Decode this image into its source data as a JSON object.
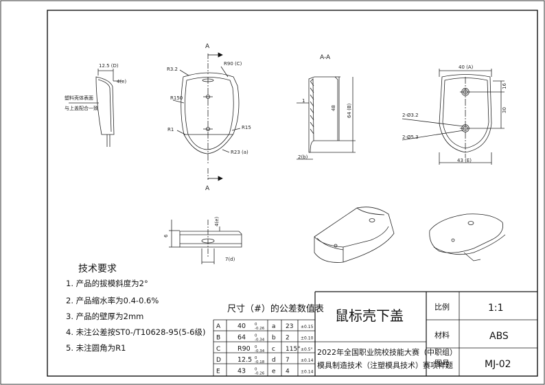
{
  "views": {
    "section_mark_top": "A",
    "section_mark_bottom": "A",
    "section_title": "A-A",
    "front_dims": [
      "R3.2",
      "R90 (C)",
      "R150",
      "R1",
      "R15",
      "R23 (a)"
    ],
    "side_dims": [
      "12.5 (D)",
      "4(e)"
    ],
    "side_note_line1": "塑料壳体表面",
    "side_note_line2": "与上盖配合一致",
    "section_dims": [
      "1",
      "48",
      "64 (B)",
      "2(b)"
    ],
    "right_dims": [
      "40 (A)",
      "16",
      "30",
      "43 (E)",
      "2-Ø3.2",
      "2-Ø5.3"
    ],
    "bottom_dims": [
      "4(e)",
      "6",
      "7(d)"
    ]
  },
  "requirements": {
    "title": "技术要求",
    "items": [
      "1. 产品的拔模斜度为2°",
      "2. 产品缩水率为0.4-0.6%",
      "3. 产品的壁厚为2mm",
      "4. 未注公差按ST0-/T10628-95(5-6级)",
      "5. 未注圆角为R1"
    ]
  },
  "tolerance_table": {
    "title": "尺寸（#）的公差数值表",
    "rows": [
      [
        "A",
        "40",
        "0",
        "-0.26",
        "a",
        "23",
        "±0.15"
      ],
      [
        "B",
        "64",
        "0",
        "-0.34",
        "b",
        "2",
        "±0.10"
      ],
      [
        "C",
        "R90",
        "0",
        "-0.34",
        "c",
        "115°",
        "±0.5°"
      ],
      [
        "D",
        "12.5",
        "0",
        "-0.18",
        "d",
        "7",
        "±0.14"
      ],
      [
        "E",
        "43",
        "0",
        "-0.26",
        "e",
        "4",
        "±0.14"
      ]
    ]
  },
  "title_block": {
    "part_name": "鼠标壳下盖",
    "scale_label": "比例",
    "scale_value": "1:1",
    "material_label": "材料",
    "material_value": "ABS",
    "drawing_no_label": "图号",
    "drawing_no_value": "MJ-02",
    "contest_line1": "2022年全国职业院校技能大赛（中职组）",
    "contest_line2": "模具制造技术（注塑模具技术）赛项样题"
  }
}
